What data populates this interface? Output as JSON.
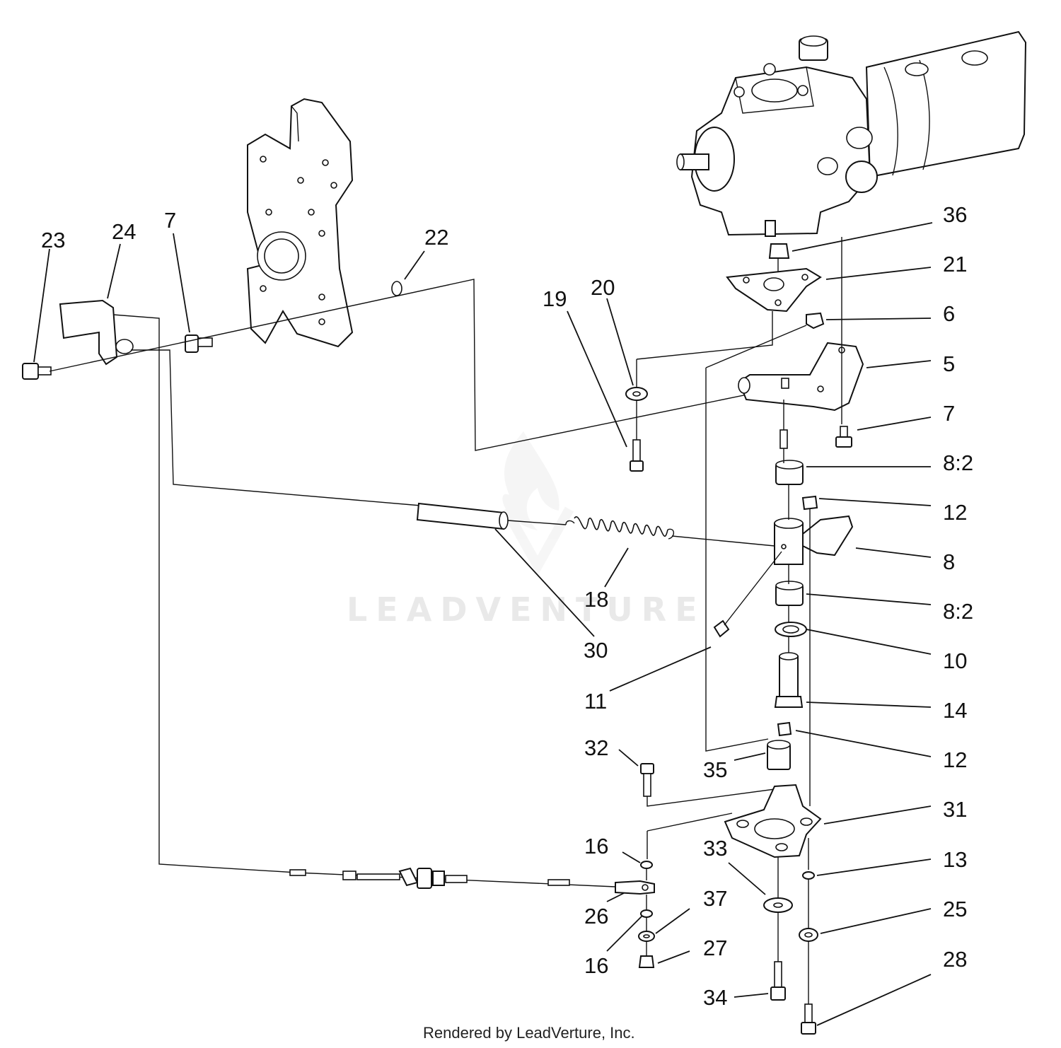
{
  "diagram": {
    "footer": "Rendered by LeadVerture, Inc.",
    "watermark": "LEADVENTURE",
    "callouts": [
      {
        "id": "23",
        "label": "23"
      },
      {
        "id": "24",
        "label": "24"
      },
      {
        "id": "7a",
        "label": "7"
      },
      {
        "id": "22",
        "label": "22"
      },
      {
        "id": "19",
        "label": "19"
      },
      {
        "id": "20",
        "label": "20"
      },
      {
        "id": "36",
        "label": "36"
      },
      {
        "id": "21",
        "label": "21"
      },
      {
        "id": "6",
        "label": "6"
      },
      {
        "id": "5",
        "label": "5"
      },
      {
        "id": "7b",
        "label": "7"
      },
      {
        "id": "8-2a",
        "label": "8:2"
      },
      {
        "id": "12a",
        "label": "12"
      },
      {
        "id": "8",
        "label": "8"
      },
      {
        "id": "8-2b",
        "label": "8:2"
      },
      {
        "id": "10",
        "label": "10"
      },
      {
        "id": "14",
        "label": "14"
      },
      {
        "id": "12b",
        "label": "12"
      },
      {
        "id": "31",
        "label": "31"
      },
      {
        "id": "13",
        "label": "13"
      },
      {
        "id": "25",
        "label": "25"
      },
      {
        "id": "28",
        "label": "28"
      },
      {
        "id": "18",
        "label": "18"
      },
      {
        "id": "30",
        "label": "30"
      },
      {
        "id": "11",
        "label": "11"
      },
      {
        "id": "32",
        "label": "32"
      },
      {
        "id": "35",
        "label": "35"
      },
      {
        "id": "16a",
        "label": "16"
      },
      {
        "id": "33",
        "label": "33"
      },
      {
        "id": "37",
        "label": "37"
      },
      {
        "id": "26",
        "label": "26"
      },
      {
        "id": "16b",
        "label": "16"
      },
      {
        "id": "27",
        "label": "27"
      },
      {
        "id": "34",
        "label": "34"
      }
    ]
  }
}
